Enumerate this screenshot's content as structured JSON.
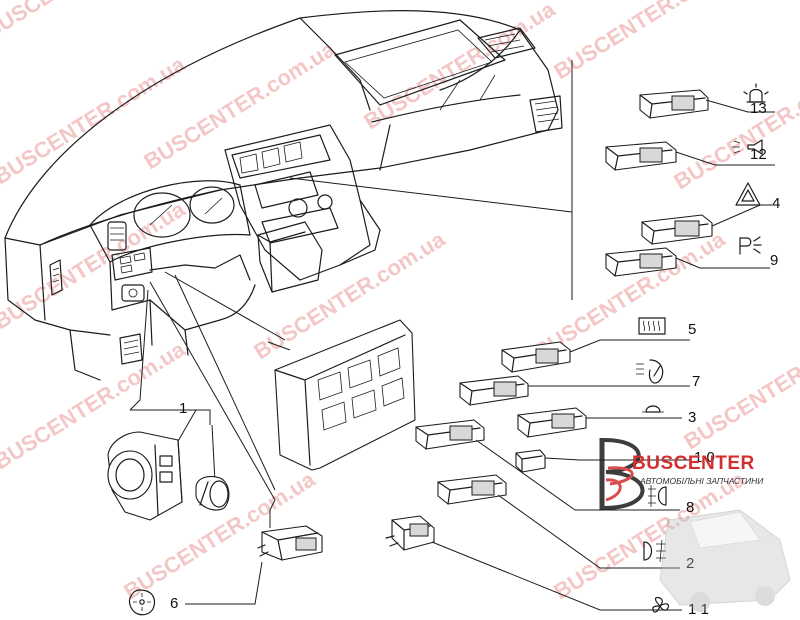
{
  "watermark": "BUSCENTER.com.ua",
  "brand": {
    "name": "BUSCENTER",
    "tagline": "АВТОМОБІЛЬНІ ЗАПЧАСТИНИ",
    "accent_color": "#d32f2f"
  },
  "callouts": [
    {
      "id": "1",
      "label": "1",
      "part": "light-switch-knob"
    },
    {
      "id": "2",
      "label": "2",
      "part": "front-fog-switch",
      "icon": "front-fog-lamp-icon"
    },
    {
      "id": "3",
      "label": "3",
      "part": "interior-light-switch",
      "icon": "interior-light-icon"
    },
    {
      "id": "4",
      "label": "4",
      "part": "hazard-switch",
      "icon": "hazard-triangle-icon"
    },
    {
      "id": "5",
      "label": "5",
      "part": "rear-defrost-switch",
      "icon": "rear-defrost-icon"
    },
    {
      "id": "6",
      "label": "6",
      "part": "mirror-adjust-switch",
      "icon": "mirror-adjust-icon"
    },
    {
      "id": "7",
      "label": "7",
      "part": "rear-wiper-switch",
      "icon": "rear-wiper-icon"
    },
    {
      "id": "8",
      "label": "8",
      "part": "rear-fog-switch",
      "icon": "rear-fog-lamp-icon"
    },
    {
      "id": "9",
      "label": "9",
      "part": "parking-light-switch",
      "icon": "parking-light-icon"
    },
    {
      "id": "10",
      "label": "1 0",
      "part": "blank-switch-cover"
    },
    {
      "id": "11",
      "label": "1 1",
      "part": "blower-switch",
      "icon": "fan-icon"
    },
    {
      "id": "12",
      "label": "12",
      "part": "horn-switch",
      "icon": "horn-icon"
    },
    {
      "id": "13",
      "label": "13",
      "part": "beacon-switch",
      "icon": "beacon-light-icon"
    }
  ]
}
